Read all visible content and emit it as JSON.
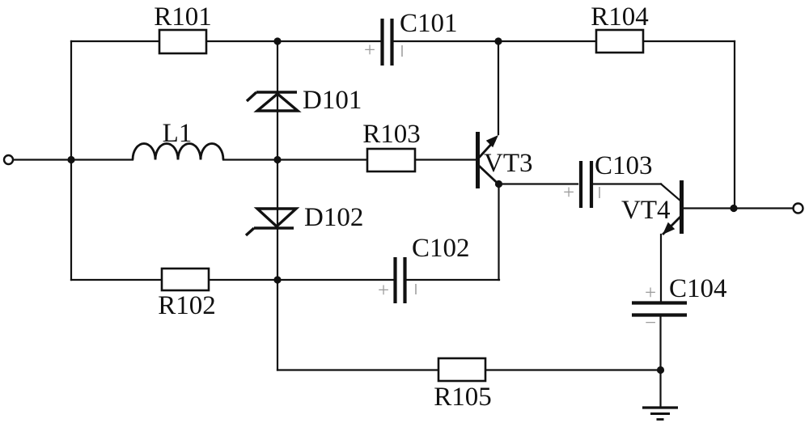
{
  "schematic": {
    "background": "#ffffff",
    "line_color": "#111111",
    "polarity_color": "#9b9b9b",
    "labels": {
      "r101": "R101",
      "r102": "R102",
      "r103": "R103",
      "r104": "R104",
      "r105": "R105",
      "c101": "C101",
      "c102": "C102",
      "c103": "C103",
      "c104": "C104",
      "d101": "D101",
      "d102": "D102",
      "l1": "L1",
      "vt3": "VT3",
      "vt4": "VT4"
    },
    "polarity": {
      "plus": "+",
      "minus": "−"
    }
  }
}
